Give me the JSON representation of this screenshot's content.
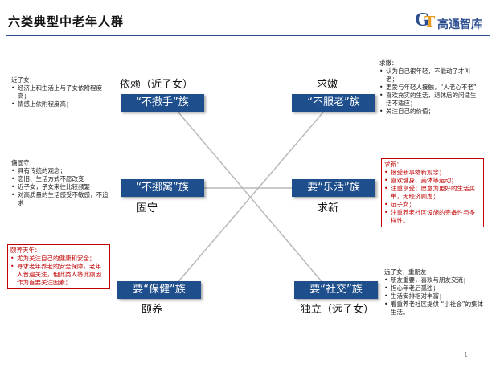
{
  "header": {
    "title": "六类典型中老年人群",
    "logo_mark_g": "G",
    "logo_mark_t": "T",
    "logo_name": "高通智库",
    "logo_colors": {
      "primary": "#2d4f8f",
      "accent": "#e89a1a"
    }
  },
  "groups": {
    "top_left": {
      "label": "依赖（近子女）",
      "tag": "“不撒手”族"
    },
    "top_right": {
      "label": "求嫩",
      "tag": "“不服老”族"
    },
    "mid_left": {
      "label": "固守",
      "tag": "“不挪窝”族"
    },
    "mid_right": {
      "label": "求新",
      "tag": "要“乐活”族"
    },
    "bottom_left": {
      "label": "颐养",
      "tag": "要“保健”族"
    },
    "bottom_right": {
      "label": "独立（远子女）",
      "tag": "要“社交”族"
    }
  },
  "notes": {
    "top_left": {
      "heading": "近子女：",
      "items": [
        "经济上和生活上与子女依附程度高；",
        "情感上依附程度高；"
      ]
    },
    "top_right": {
      "heading": "求嫩：",
      "items": [
        "认为自己很年轻，不能动了才叫老；",
        "更爱与年轻人接触，“人老心不老”",
        "喜欢充实的生活，退休后的闲适生活不适应；",
        "关注自己的价值；"
      ]
    },
    "mid_left": {
      "heading": "偏固守：",
      "items": [
        "具有传统的观念；",
        "恋旧、生活方式不愿改变",
        "近子女，子女来往比较频繁",
        "对高质量的生活感受不敏感，不追求"
      ]
    },
    "mid_right": {
      "heading": "求新：",
      "items": [
        "接受新事物新观念；",
        "喜欢健身、美体等运动；",
        "注重享受；愿意为更好的生活买单，无经济顾虑；",
        "远子女；",
        "注重养老社区设施的完备性与多样性。"
      ]
    },
    "bottom_left": {
      "heading": "颐养天年：",
      "items": [
        "尤为关注自己的健康和安全；",
        "寻求老年养老的安全保障，老年人普遍关注，但此类人将此顾因作为首要关注因素；"
      ]
    },
    "bottom_right": {
      "heading": "远子女，重朋友",
      "items": [
        "朋友重要，喜欢与朋友交流；",
        "担心年老后孤独；",
        "生活安排相对丰富；",
        "看重养老社区提供 “小社会”的集体生活。"
      ]
    }
  },
  "page_number": "1"
}
